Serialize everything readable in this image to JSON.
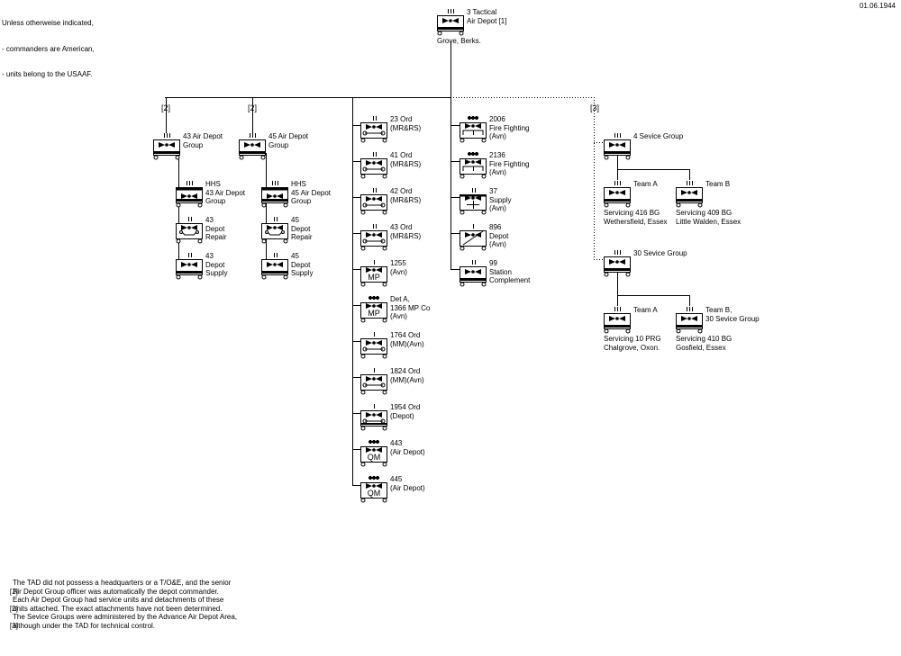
{
  "header": {
    "note_lines": [
      "Unless otherweise indicated,",
      "- commanders are American,",
      "- units belong to the USAAF."
    ],
    "date": "01.06.1944"
  },
  "brackets": {
    "b2a": "[2]",
    "b2b": "[2]",
    "b3": "[3]"
  },
  "units": {
    "tad": {
      "lines": [
        "3 Tactical",
        "Air Depot [1]"
      ],
      "location": "Grove, Berks.",
      "size": "III",
      "symbol": "air-depot"
    },
    "g43": {
      "lines": [
        "43 Air Depot",
        "Group"
      ],
      "size": "III",
      "symbol": "air-depot"
    },
    "hhs43": {
      "lines": [
        "HHS",
        "43 Air Depot",
        "Group"
      ],
      "size": "III",
      "symbol": "air-depot-hq"
    },
    "rep43": {
      "lines": [
        "43",
        "Depot",
        "Repair"
      ],
      "size": "II",
      "symbol": "repair"
    },
    "sup43": {
      "lines": [
        "43",
        "Depot",
        "Supply"
      ],
      "size": "II",
      "symbol": "air-depot"
    },
    "g45": {
      "lines": [
        "45 Air Depot",
        "Group"
      ],
      "size": "III",
      "symbol": "air-depot"
    },
    "hhs45": {
      "lines": [
        "HHS",
        "45 Air Depot",
        "Group"
      ],
      "size": "III",
      "symbol": "air-depot-hq"
    },
    "rep45": {
      "lines": [
        "45",
        "Depot",
        "Repair"
      ],
      "size": "II",
      "symbol": "repair"
    },
    "sup45": {
      "lines": [
        "45",
        "Depot",
        "Supply"
      ],
      "size": "II",
      "symbol": "air-depot"
    },
    "o23": {
      "lines": [
        "23 Ord",
        "(MR&RS)"
      ],
      "size": "II",
      "symbol": "ordnance"
    },
    "o41": {
      "lines": [
        "41 Ord",
        "(MR&RS)"
      ],
      "size": "II",
      "symbol": "ordnance"
    },
    "o42": {
      "lines": [
        "42 Ord",
        "(MR&RS)"
      ],
      "size": "II",
      "symbol": "ordnance"
    },
    "o43": {
      "lines": [
        "43 Ord",
        "(MR&RS)"
      ],
      "size": "II",
      "symbol": "ordnance"
    },
    "mp1255": {
      "lines": [
        "1255",
        "(Avn)"
      ],
      "size": "I",
      "symbol": "mp",
      "symbol_text": "MP"
    },
    "mp1366": {
      "lines": [
        "Det A,",
        "1366 MP Co",
        "(Avn)"
      ],
      "size": "•••",
      "symbol": "mp",
      "symbol_text": "MP"
    },
    "o1764": {
      "lines": [
        "1764 Ord",
        "(MM)(Avn)"
      ],
      "size": "I",
      "symbol": "ordnance"
    },
    "o1824": {
      "lines": [
        "1824 Ord",
        "(MM)(Avn)"
      ],
      "size": "I",
      "symbol": "ordnance"
    },
    "o1954": {
      "lines": [
        "1954 Ord",
        "(Depot)"
      ],
      "size": "I",
      "symbol": "ordnance-depot"
    },
    "qm443": {
      "lines": [
        "443",
        "(Air Depot)"
      ],
      "size": "•••",
      "symbol": "qm",
      "symbol_text": "QM"
    },
    "qm445": {
      "lines": [
        "445",
        "(Air Depot)"
      ],
      "size": "•••",
      "symbol": "qm",
      "symbol_text": "QM"
    },
    "ff2006": {
      "lines": [
        "2006",
        "Fire Fighting",
        "(Avn)"
      ],
      "size": "•••",
      "symbol": "fire"
    },
    "ff2136": {
      "lines": [
        "2136",
        "Fire Fighting",
        "(Avn)"
      ],
      "size": "•••",
      "symbol": "fire"
    },
    "sup37": {
      "lines": [
        "37",
        "Supply",
        "(Avn)"
      ],
      "size": "II",
      "symbol": "supply"
    },
    "dep896": {
      "lines": [
        "896",
        "Depot",
        "(Avn)"
      ],
      "size": "I",
      "symbol": "depot"
    },
    "st99": {
      "lines": [
        "99",
        "Station",
        "Complement"
      ],
      "size": "II",
      "symbol": "air-depot"
    },
    "sg4": {
      "lines": [
        "4 Sevice Group"
      ],
      "size": "III",
      "symbol": "air-depot"
    },
    "sg4a": {
      "lines": [
        "Team A"
      ],
      "caption": [
        "Servicing 416 BG",
        "Wethersfield, Essex"
      ],
      "size": "III",
      "symbol": "air-depot"
    },
    "sg4b": {
      "lines": [
        "Team B"
      ],
      "caption": [
        "Servicing 409 BG",
        "Little Walden, Essex"
      ],
      "size": "III",
      "symbol": "air-depot"
    },
    "sg30": {
      "lines": [
        "30 Sevice Group"
      ],
      "size": "III",
      "symbol": "air-depot"
    },
    "sg30a": {
      "lines": [
        "Team A"
      ],
      "caption": [
        "Servicing 10 PRG",
        "Chalgrove, Oxon."
      ],
      "size": "III",
      "symbol": "air-depot"
    },
    "sg30b": {
      "lines": [
        "Team B,",
        "30 Sevice Group"
      ],
      "caption": [
        "Servicing 410 BG",
        "Gosfield, Essex"
      ],
      "size": "III",
      "symbol": "air-depot"
    }
  },
  "footnotes": [
    {
      "num": "[1]",
      "lines": [
        "The TAD did not possess a headquarters or a T/O&E, and the senior",
        "Air Depot Group officer was automatically the depot commander."
      ]
    },
    {
      "num": "[2]",
      "lines": [
        "Each Air Depot Group had service units and detachments of these",
        "units attached. The exact attachments have not been determined."
      ]
    },
    {
      "num": "[3]",
      "lines": [
        "The Sevice Groups were administered by the Advance Air Depot Area,",
        "although under the TAD for technical control."
      ]
    }
  ]
}
